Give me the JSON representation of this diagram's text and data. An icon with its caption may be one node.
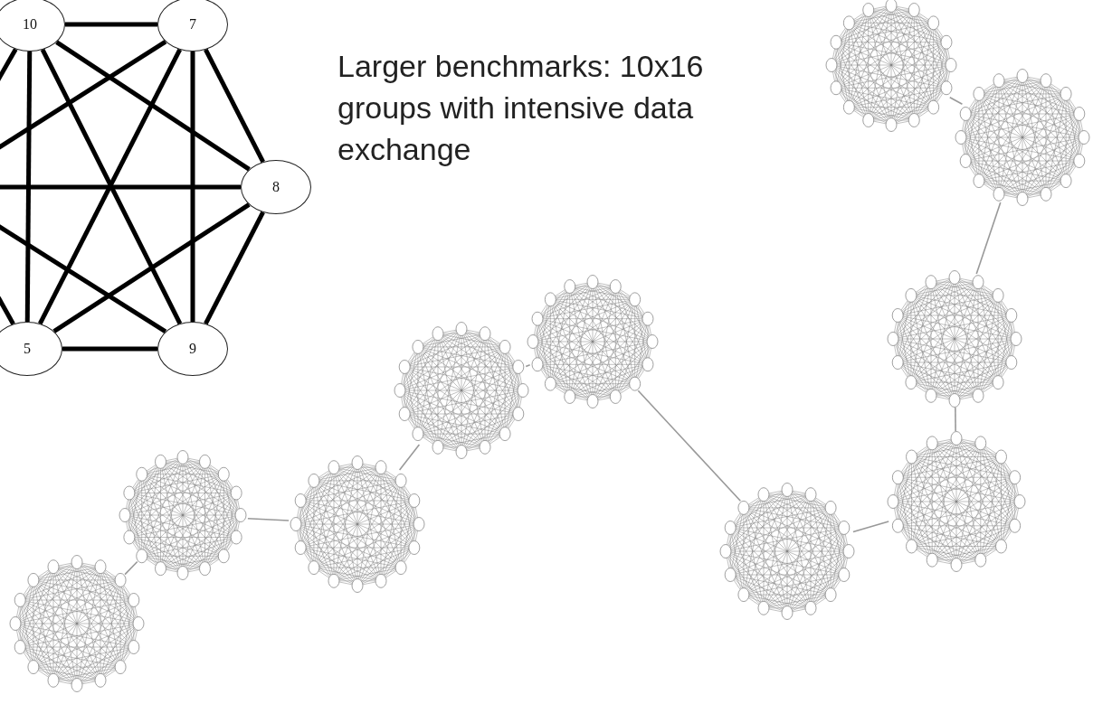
{
  "diagram": {
    "nodes": [
      {
        "text": [
          "10"
        ]
      },
      {
        "text": [
          "7"
        ]
      },
      {
        "text": [
          "8"
        ]
      },
      {
        "text": [
          "9"
        ]
      },
      {
        "text": [
          "5"
        ]
      },
      {
        "text": [],
        "shape": "picture"
      },
      {
        "text": [],
        "shape": "picture"
      },
      {
        "text": [],
        "shape": "picture"
      },
      {
        "text": [],
        "shape": "picture"
      },
      {
        "text": [],
        "shape": "picture"
      },
      {
        "text": [],
        "shape": "picture"
      },
      {
        "text": [],
        "shape": "picture"
      },
      {
        "text": [],
        "shape": "picture"
      },
      {
        "text": [],
        "shape": "picture"
      },
      {
        "text": [],
        "shape": "picture"
      }
    ],
    "edges": [
      {
        "from": 0,
        "to": 1,
        "arrow": "none"
      },
      {
        "from": 0,
        "to": 2,
        "arrow": "none"
      },
      {
        "from": 0,
        "to": 3,
        "arrow": "none"
      },
      {
        "from": 0,
        "to": 4,
        "arrow": "none"
      },
      {
        "from": 1,
        "to": 2,
        "arrow": "none"
      },
      {
        "from": 1,
        "to": 3,
        "arrow": "none"
      },
      {
        "from": 1,
        "to": 4,
        "arrow": "none"
      },
      {
        "from": 2,
        "to": 3,
        "arrow": "none"
      },
      {
        "from": 2,
        "to": 4,
        "arrow": "none"
      },
      {
        "from": 3,
        "to": 4,
        "arrow": "none"
      },
      {
        "from": null,
        "to": 0,
        "arrow": "none"
      },
      {
        "from": null,
        "to": 1,
        "arrow": "none"
      },
      {
        "from": null,
        "to": 2,
        "arrow": "none"
      },
      {
        "from": null,
        "to": 3,
        "arrow": "none"
      },
      {
        "from": null,
        "to": 4,
        "arrow": "none"
      },
      {
        "from": 5,
        "to": 6,
        "arrow": "none",
        "color": "#999999"
      },
      {
        "from": 6,
        "to": 7,
        "arrow": "none",
        "color": "#999999"
      },
      {
        "from": 7,
        "to": 8,
        "arrow": "none",
        "color": "#999999"
      },
      {
        "from": 8,
        "to": 9,
        "arrow": "none",
        "color": "#999999"
      },
      {
        "from": 9,
        "to": 10,
        "arrow": "none",
        "color": "#999999"
      },
      {
        "from": 10,
        "to": 13,
        "arrow": "none",
        "color": "#999999"
      },
      {
        "from": 13,
        "to": 12,
        "arrow": "none",
        "color": "#999999"
      },
      {
        "from": 12,
        "to": 14,
        "arrow": "none",
        "color": "#999999"
      },
      {
        "from": 14,
        "to": 11,
        "arrow": "none",
        "color": "#999999"
      }
    ],
    "labels": [
      "Larger benchmarks: 10x16 groups with intensive data exchange"
    ]
  }
}
